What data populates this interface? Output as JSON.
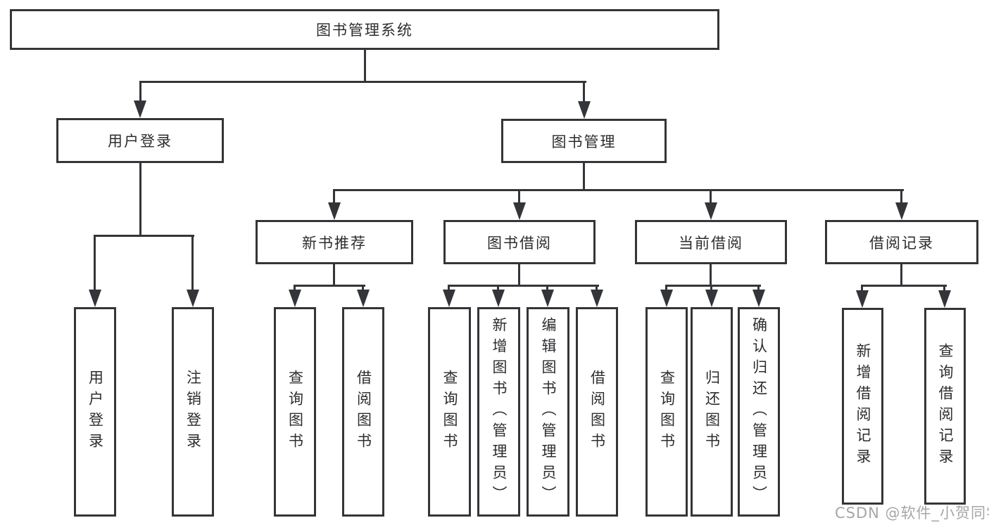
{
  "diagram_type": "hierarchy-tree",
  "tree": {
    "label": "图书管理系统",
    "children": [
      {
        "label": "用户登录",
        "children": [
          {
            "label": "用户登录"
          },
          {
            "label": "注销登录"
          }
        ]
      },
      {
        "label": "图书管理",
        "children": [
          {
            "label": "新书推荐",
            "children": [
              {
                "label": "查询图书"
              },
              {
                "label": "借阅图书"
              }
            ]
          },
          {
            "label": "图书借阅",
            "children": [
              {
                "label": "查询图书"
              },
              {
                "label": "新增图书（管理员）"
              },
              {
                "label": "编辑图书（管理员）"
              },
              {
                "label": "借阅图书"
              }
            ]
          },
          {
            "label": "当前借阅",
            "children": [
              {
                "label": "查询图书"
              },
              {
                "label": "归还图书"
              },
              {
                "label": "确认归还（管理员）"
              }
            ]
          },
          {
            "label": "借阅记录",
            "children": [
              {
                "label": "新增借阅记录"
              },
              {
                "label": "查询借阅记录"
              }
            ]
          }
        ]
      }
    ]
  },
  "watermark": "CSDN @软件_小贺同学",
  "colors": {
    "line": "#333538",
    "box_border": "#333538",
    "text": "#2c2d30",
    "watermark": "#8f9193",
    "background": "#ffffff"
  }
}
